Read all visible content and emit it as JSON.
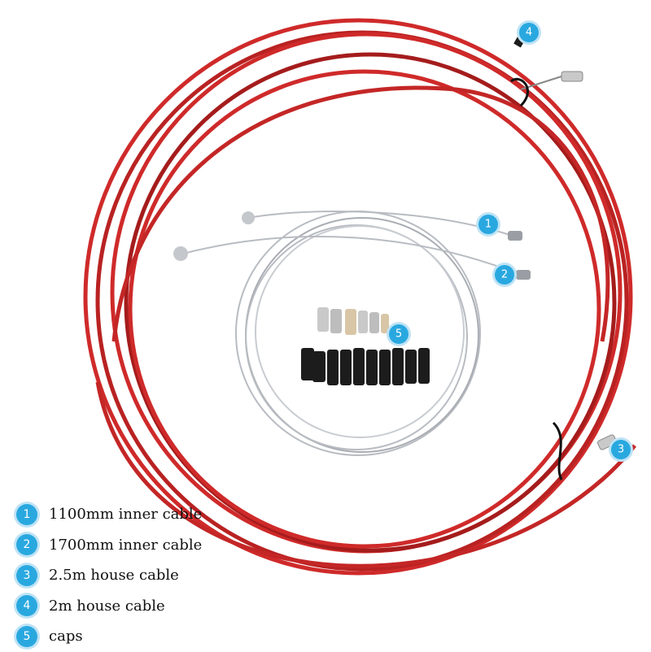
{
  "colors": {
    "cable_red": "#cf2a2a",
    "cable_red_dark": "#a51c1c",
    "badge_blue": "#29a8e0",
    "badge_ring": "#bfe3f5",
    "steel": "#b8bcc2",
    "cap_black": "#1c1c1c",
    "ferrule_silver": "#c9c9c9",
    "ferrule_gold": "#d8c6a6"
  },
  "badges": [
    {
      "number": "1"
    },
    {
      "number": "2"
    },
    {
      "number": "3"
    },
    {
      "number": "4"
    },
    {
      "number": "5"
    }
  ],
  "legend": [
    {
      "number": "1",
      "label": "1100mm inner cable"
    },
    {
      "number": "2",
      "label": "1700mm inner cable"
    },
    {
      "number": "3",
      "label": "2.5m house cable"
    },
    {
      "number": "4",
      "label": "2m house cable"
    },
    {
      "number": "5",
      "label": "caps"
    }
  ]
}
